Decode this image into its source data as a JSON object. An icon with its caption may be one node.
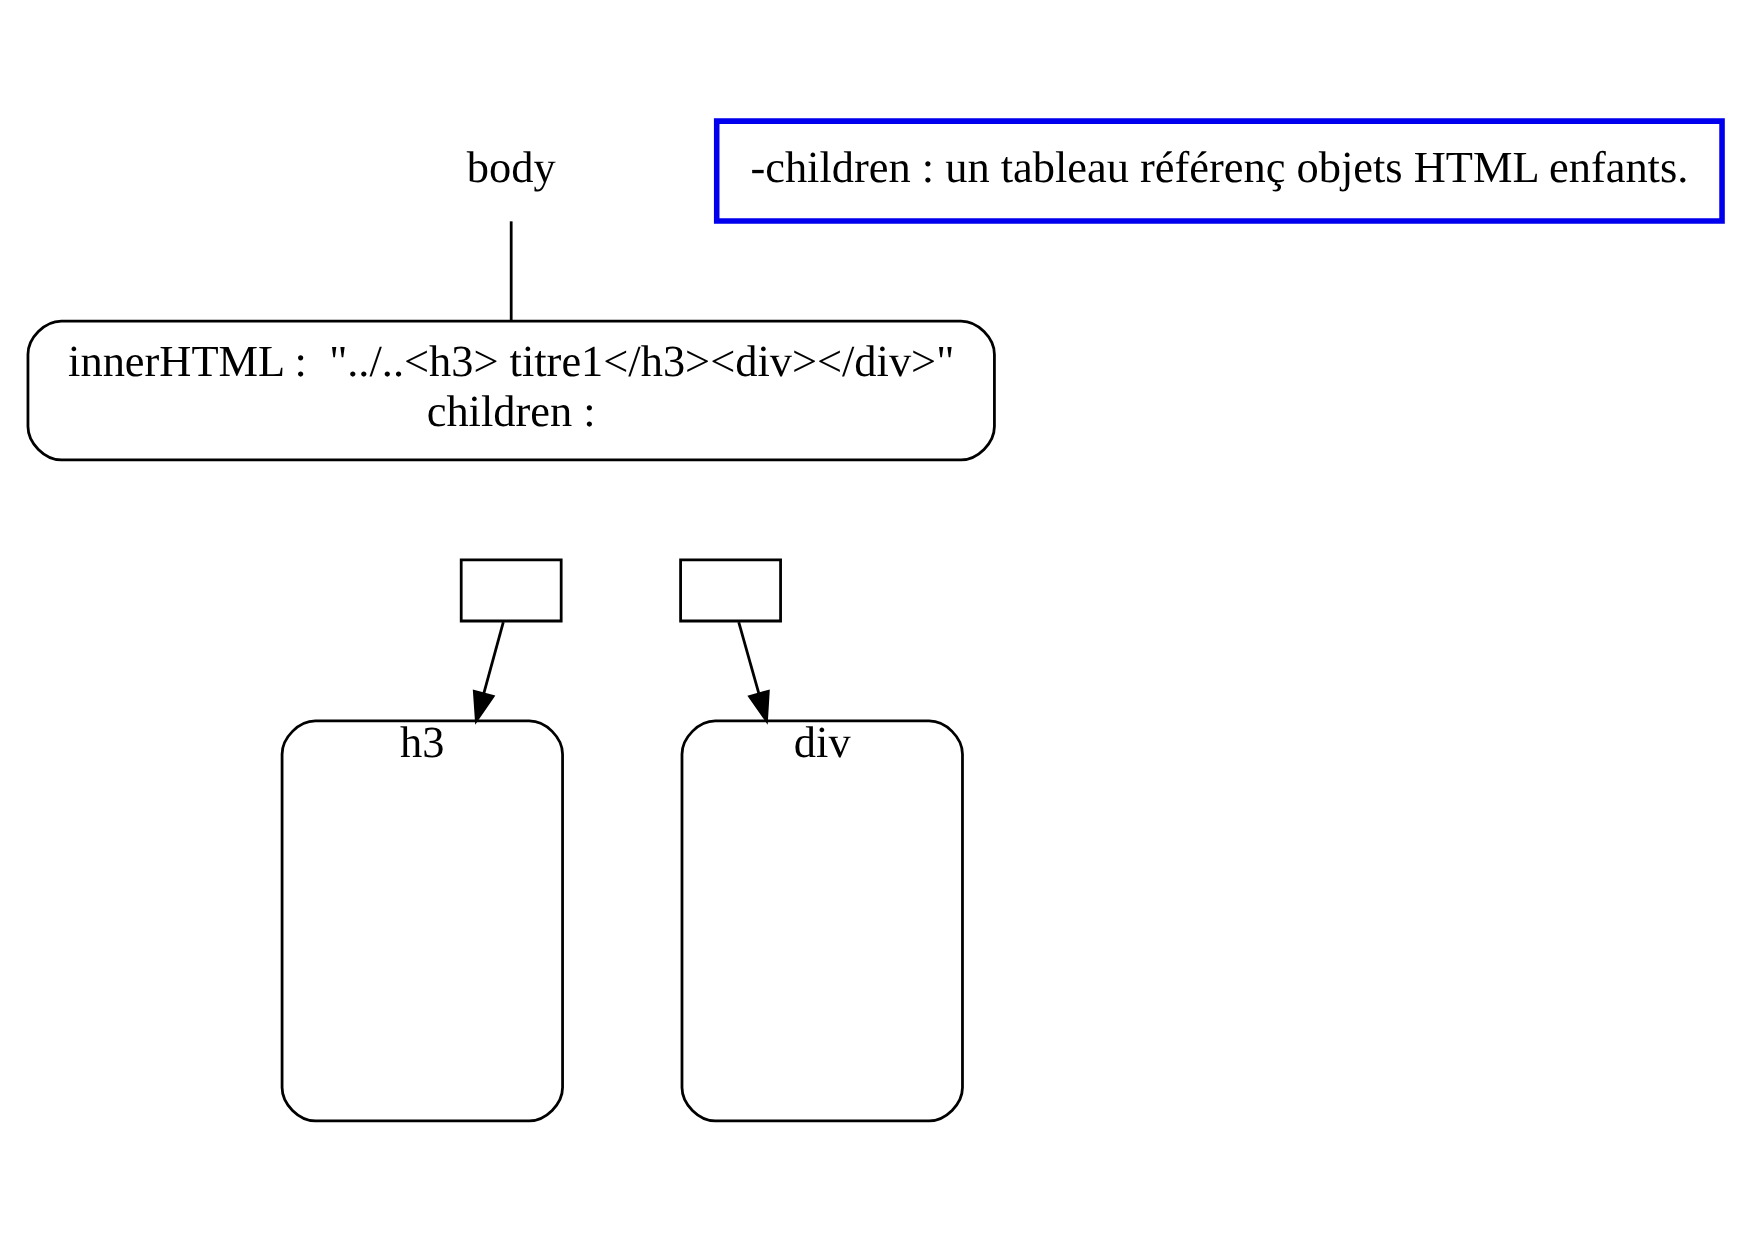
{
  "diagram": {
    "nodes": [
      {
        "text": [
          "body"
        ]
      },
      {
        "text": [
          "-children : un tableau référenç objets HTML enfants."
        ]
      },
      {
        "text": [
          "innerHTML :  \"../..<h3> titre1</h3><div></div>\"",
          "children :"
        ]
      },
      {
        "text": [],
        "shape": "box"
      },
      {
        "text": [],
        "shape": "box"
      },
      {
        "text": [
          "h3"
        ]
      },
      {
        "text": [
          "div"
        ]
      }
    ],
    "edges": [
      {
        "from": 0,
        "to": 2,
        "arrow": "none"
      },
      {
        "from": 3,
        "to": 5,
        "arrow": "to"
      },
      {
        "from": 4,
        "to": 6,
        "arrow": "to"
      }
    ]
  }
}
